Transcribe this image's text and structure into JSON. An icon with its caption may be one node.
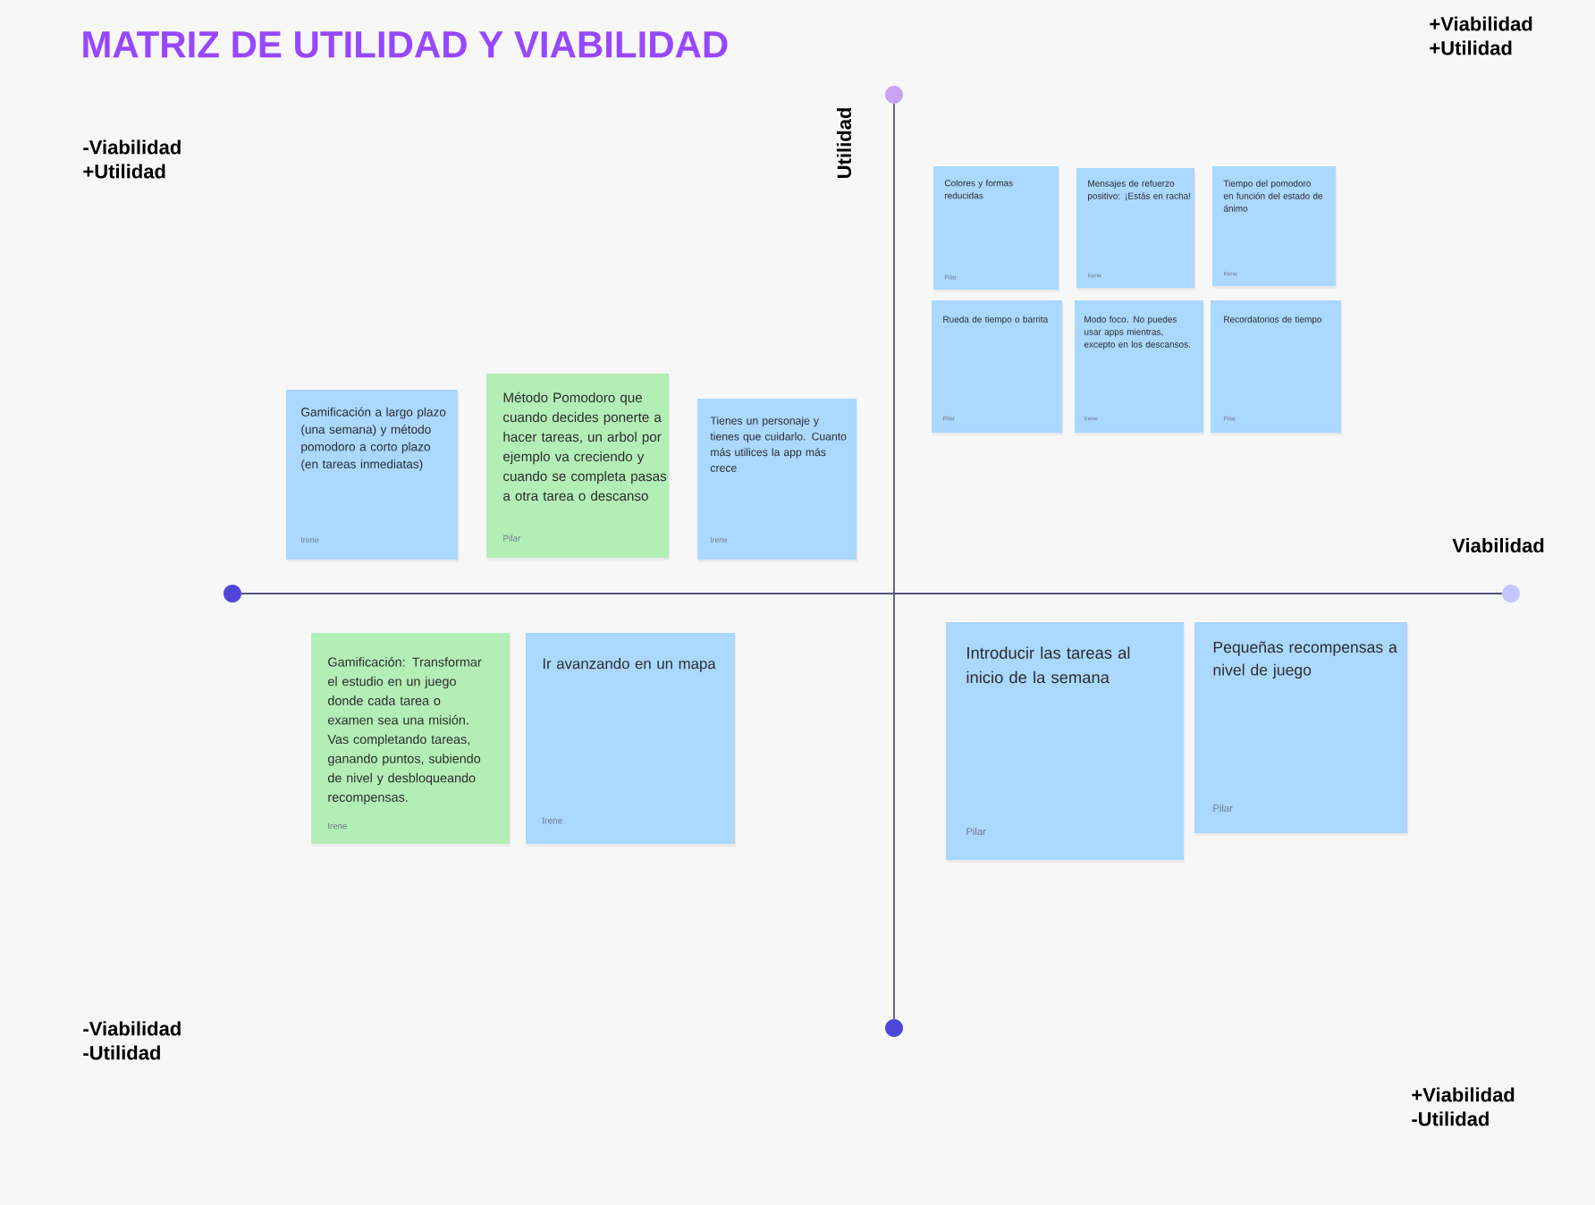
{
  "diagram": {
    "title": "MATRIZ DE UTILIDAD Y VIABILIDAD",
    "nodes": [
      {
        "text": [
          "Colores y formas reducidas",
          "Pilar"
        ]
      },
      {
        "text": [
          "Mensajes de refuerzo positivo: ¡Estás en racha!",
          "Irene"
        ]
      },
      {
        "text": [
          "Tiempo del pomodoro en función del estado de ánimo",
          "Irene"
        ]
      },
      {
        "text": [
          "Rueda de tiempo o barrita",
          "Pilar"
        ]
      },
      {
        "text": [
          "Modo foco. No puedes usar apps mientras, excepto en los descansos.",
          "Irene"
        ]
      },
      {
        "text": [
          "Recordatorios de tiempo",
          "Pilar"
        ]
      },
      {
        "text": [
          "Gamificación a largo plazo (una semana) y método pomodoro a corto plazo (en tareas inmediatas)",
          "Irene"
        ]
      },
      {
        "text": [
          "Método Pomodoro que cuando decides ponerte a hacer tareas, un arbol por ejemplo va creciendo y cuando se completa pasas a otra tarea o descanso",
          "Pilar"
        ]
      },
      {
        "text": [
          "Tienes un personaje y tienes que cuidarlo. Cuanto más utilices la app más crece",
          "Irene"
        ]
      },
      {
        "text": [
          "Gamificación: Transformar el estudio en un juego donde cada tarea o examen sea una misión. Vas completando tareas, ganando puntos, subiendo de nivel y desbloqueando recompensas.",
          "Irene"
        ]
      },
      {
        "text": [
          "Ir avanzando en un mapa",
          "Irene"
        ]
      },
      {
        "text": [
          "Introducir las tareas al inicio de la semana",
          "Pilar"
        ]
      },
      {
        "text": [
          "Pequeñas recompensas a nivel de juego",
          "Pilar"
        ]
      }
    ],
    "labels": [
      "+Viabilidad +Utilidad",
      "-Viabilidad +Utilidad",
      "Utilidad",
      "Viabilidad",
      "-Viabilidad -Utilidad",
      "+Viabilidad -Utilidad"
    ]
  }
}
